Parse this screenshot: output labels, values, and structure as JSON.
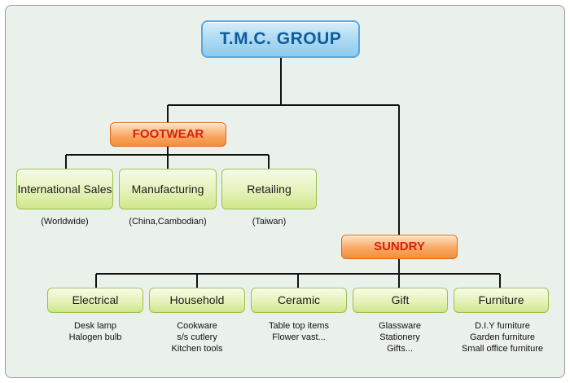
{
  "root": {
    "label": "T.M.C. GROUP"
  },
  "footwear": {
    "label": "FOOTWEAR",
    "children": [
      {
        "label": "International Sales",
        "note": "(Worldwide)"
      },
      {
        "label": "Manufacturing",
        "note": "(China,Cambodian)"
      },
      {
        "label": "Retailing",
        "note": "(Taiwan)"
      }
    ]
  },
  "sundry": {
    "label": "SUNDRY",
    "children": [
      {
        "label": "Electrical",
        "items": [
          "Desk lamp",
          "Halogen bulb"
        ]
      },
      {
        "label": "Household",
        "items": [
          "Cookware",
          "s/s cutlery",
          "Kitchen tools"
        ]
      },
      {
        "label": "Ceramic",
        "items": [
          "Table top items",
          "Flower vast..."
        ]
      },
      {
        "label": "Gift",
        "items": [
          "Glassware",
          "Stationery",
          "Gifts..."
        ]
      },
      {
        "label": "Furniture",
        "items": [
          "D.I.Y furniture",
          "Garden furniture",
          "Small office furniture"
        ]
      }
    ]
  },
  "colors": {
    "background": "#eaf1ea",
    "root_fill": "#a9d8f3",
    "root_text": "#0e5b9e",
    "category_fill": "#f8a965",
    "category_text": "#d8210e",
    "leaf_fill": "#e3f1b6"
  }
}
